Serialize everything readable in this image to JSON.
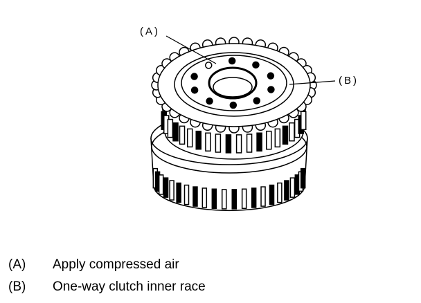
{
  "callouts": {
    "a": "(A)",
    "b": "(B)"
  },
  "legend": [
    {
      "key": "(A)",
      "text": "Apply compressed air"
    },
    {
      "key": "(B)",
      "text": "One-way clutch inner race"
    }
  ]
}
